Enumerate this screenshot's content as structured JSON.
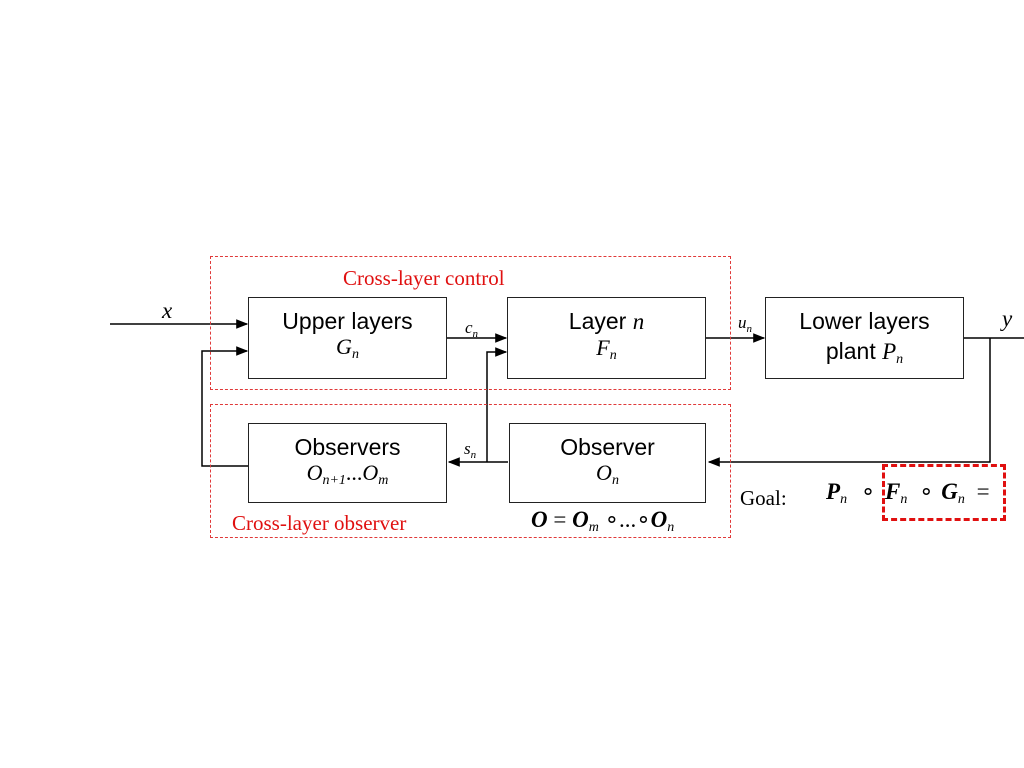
{
  "regions": {
    "control_label": "Cross-layer control",
    "observer_label": "Cross-layer observer"
  },
  "blocks": {
    "upper": {
      "line1": "Upper layers",
      "symbol": "G",
      "sub": "n"
    },
    "layer": {
      "line1": "Layer ",
      "line1_var": "n",
      "symbol": "F",
      "sub": "n"
    },
    "lower": {
      "line1": "Lower layers",
      "line2": "plant ",
      "symbol": "P",
      "sub": "n"
    },
    "observers": {
      "line1": "Observers",
      "o1": "O",
      "o1_sub": "n+1",
      "dots": "...",
      "o2": "O",
      "o2_sub": "m"
    },
    "observer": {
      "line1": "Observer",
      "symbol": "O",
      "sub": "n"
    }
  },
  "signals": {
    "x": "x",
    "y": "y",
    "c": {
      "sym": "c",
      "sub": "n"
    },
    "u": {
      "sym": "u",
      "sub": "n"
    },
    "s": {
      "sym": "s",
      "sub": "n"
    }
  },
  "equation_observer": {
    "lhs": "O",
    "eq": " = ",
    "o_m": "O",
    "o_m_sub": "m",
    "circ1": " ∘",
    "dots": "...",
    "circ2": "∘",
    "o_n": "O",
    "o_n_sub": "n"
  },
  "goal": {
    "label": "Goal:",
    "p": "P",
    "p_sub": "n",
    "circ1": "∘",
    "f": "F",
    "f_sub": "n",
    "circ2": "∘",
    "g": "G",
    "g_sub": "n",
    "eq": "="
  },
  "colors": {
    "region_border": "#e03a3a",
    "label_red": "#e01010",
    "line": "#000000"
  }
}
